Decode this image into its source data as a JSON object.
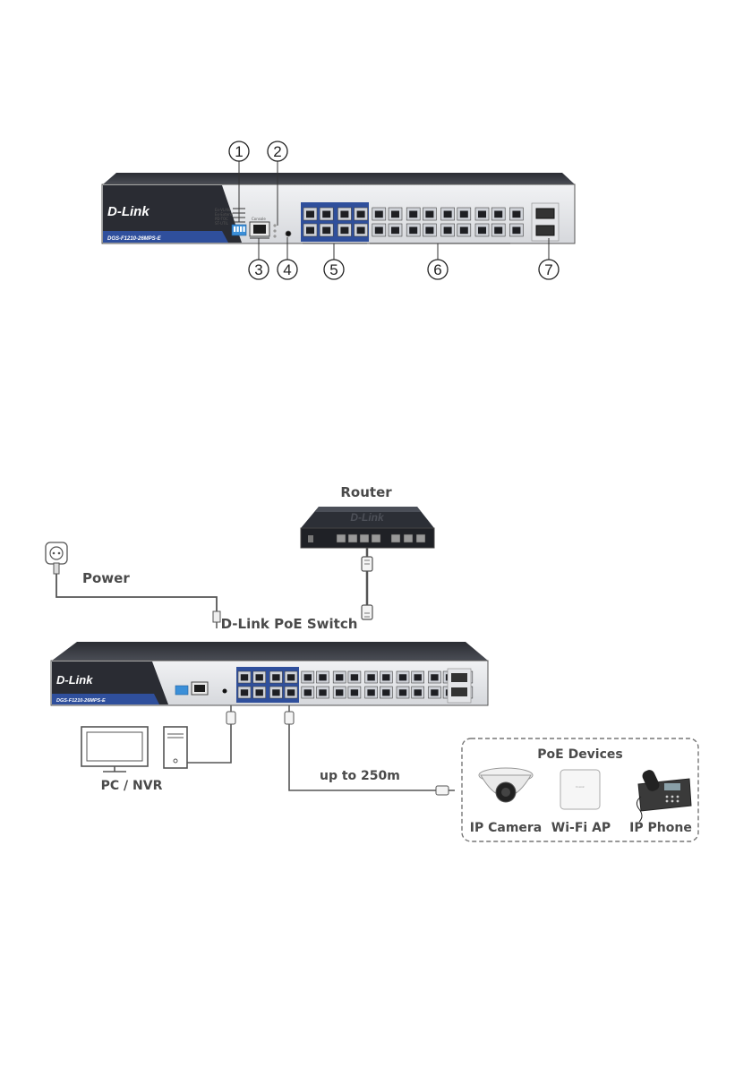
{
  "figure1": {
    "brand": "D-Link",
    "model": "DGS-F1210-26MPS-E",
    "callouts": [
      "1",
      "2",
      "3",
      "4",
      "5",
      "6",
      "7"
    ],
    "dip_labels": [
      "Ex-VLAN",
      "Ex-Extend",
      "PD-TOC",
      "ST-UTIL"
    ],
    "console_label": "Console"
  },
  "figure2": {
    "router_label": "Router",
    "power_label": "Power",
    "switch_label": "D-Link PoE Switch",
    "pc_label": "PC / NVR",
    "distance_label": "up to 250m",
    "poe_box_title": "PoE Devices",
    "poe_devices": [
      "IP Camera",
      "Wi-Fi AP",
      "IP Phone"
    ],
    "brand": "D-Link",
    "model": "DGS-F1210-26MPS-E"
  }
}
